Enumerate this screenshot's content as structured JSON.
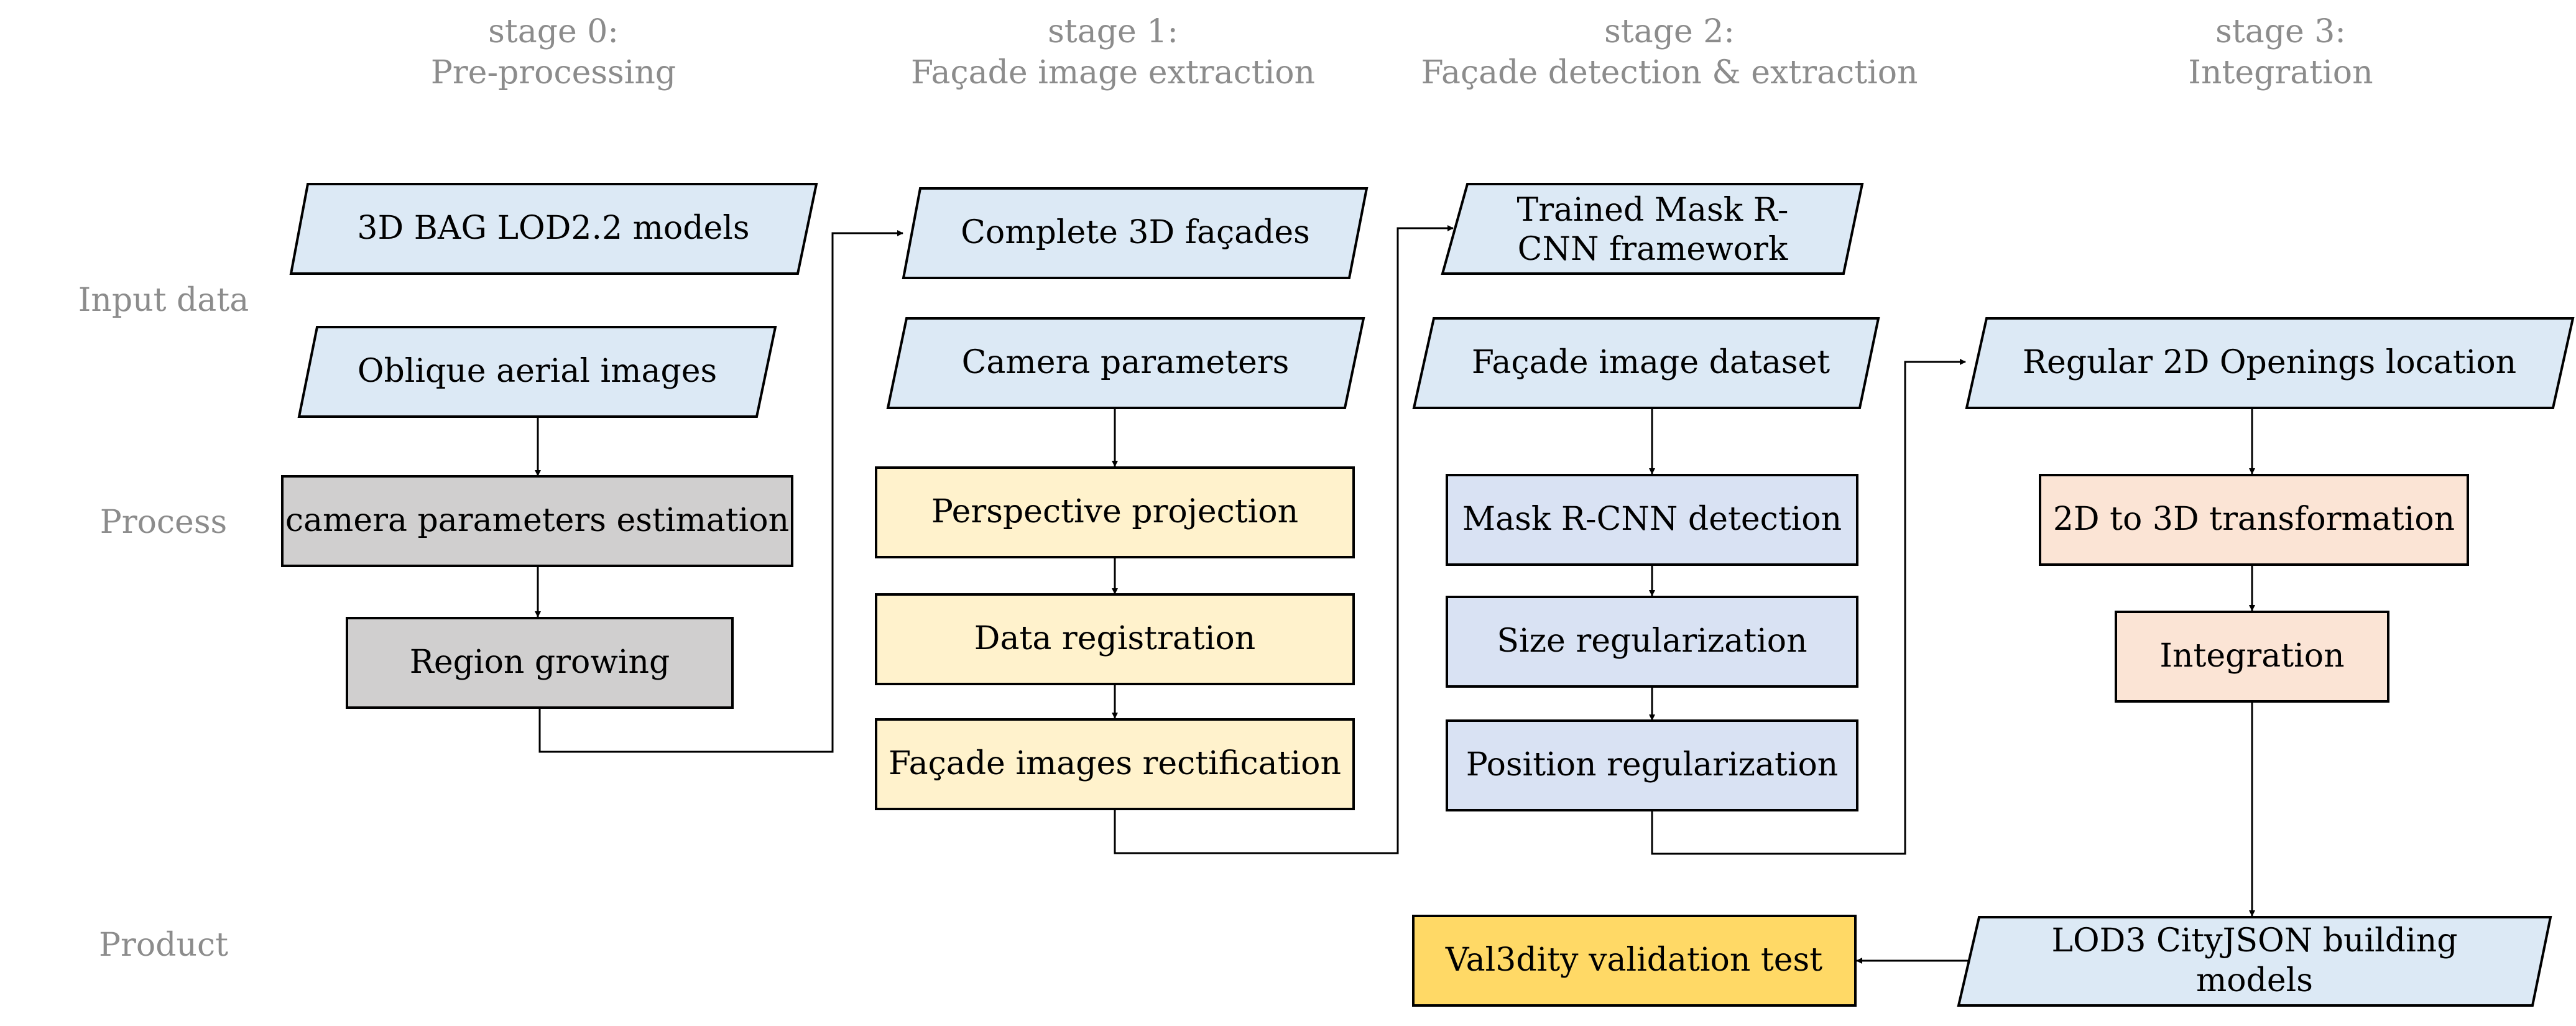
{
  "stages": [
    {
      "line1": "stage 0:",
      "line2": "Pre-processing"
    },
    {
      "line1": "stage 1:",
      "line2": "Façade image extraction"
    },
    {
      "line1": "stage 2:",
      "line2": "Façade detection & extraction"
    },
    {
      "line1": "stage 3:",
      "line2": "Integration"
    }
  ],
  "rows": {
    "input": "Input data",
    "process": "Process",
    "product": "Product"
  },
  "stage0": {
    "bag_models": "3D BAG LOD2.2 models",
    "oblique_images": "Oblique aerial images",
    "camera_estimation": "camera parameters estimation",
    "region_growing": "Region growing"
  },
  "stage1": {
    "complete_facades": "Complete 3D façades",
    "camera_parameters": "Camera parameters",
    "perspective_projection": "Perspective projection",
    "data_registration": "Data registration",
    "rectification": "Façade images rectification"
  },
  "stage2": {
    "trained_mask": {
      "line1": "Trained Mask R-",
      "line2": "CNN framework"
    },
    "facade_dataset": "Façade image dataset",
    "mask_detection": "Mask R-CNN detection",
    "size_regularization": "Size regularization",
    "position_regularization": "Position regularization",
    "val3dity": "Val3dity validation test"
  },
  "stage3": {
    "openings_location": "Regular 2D Openings location",
    "transformation": "2D to 3D transformation",
    "integration": "Integration",
    "cityjson": {
      "line1": "LOD3 CityJSON building",
      "line2": "models"
    }
  },
  "colors": {
    "input_fill": "#dce9f5",
    "stage0_process": "#d0cfcf",
    "stage1_process": "#fff2cc",
    "stage2_process": "#d9e2f3",
    "stage3_process": "#fbe4d5",
    "product_fill": "#ffd966",
    "label_gray": "#8c8c8c",
    "stroke": "#000000"
  }
}
